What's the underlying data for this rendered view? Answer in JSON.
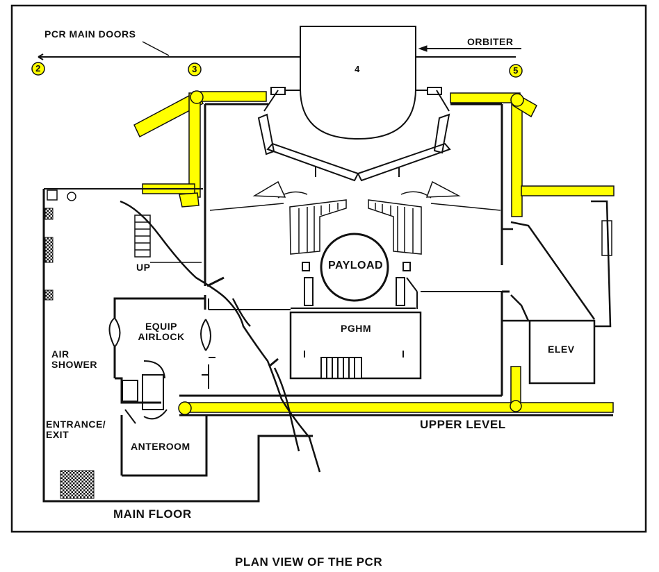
{
  "labels": {
    "pcr_main_doors": "PCR MAIN DOORS",
    "orbiter": "ORBITER",
    "door_2": "2",
    "door_3": "3",
    "door_4": "4",
    "door_5": "5",
    "payload": "PAYLOAD",
    "pghm": "PGHM",
    "up": "UP",
    "equip_airlock_1": "EQUIP",
    "equip_airlock_2": "AIRLOCK",
    "air_shower_1": "AIR",
    "air_shower_2": "SHOWER",
    "entrance_exit_1": "ENTRANCE/",
    "entrance_exit_2": "EXIT",
    "anteroom": "ANTEROOM",
    "elev": "ELEV",
    "upper_level": "UPPER LEVEL",
    "main_floor": "MAIN FLOOR",
    "caption": "PLAN VIEW OF THE PCR"
  },
  "colors": {
    "highlight": "#ffff00",
    "line": "#111111",
    "background": "#ffffff"
  }
}
